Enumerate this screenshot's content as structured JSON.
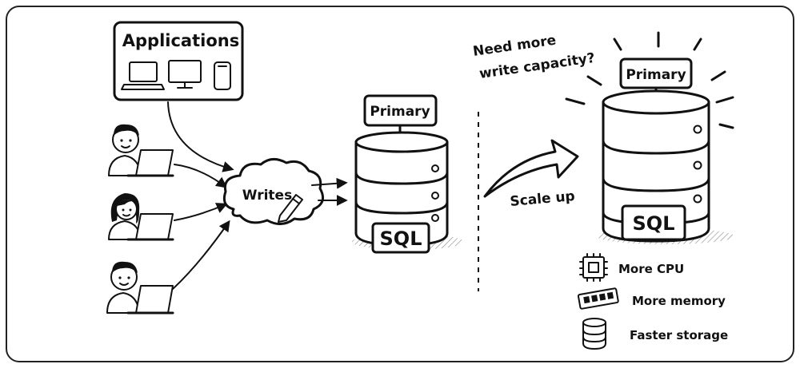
{
  "left": {
    "applications_label": "Applications",
    "writes_label": "Writes",
    "primary_label": "Primary",
    "db_label": "SQL"
  },
  "right": {
    "question": [
      "Need more",
      "write capacity?"
    ],
    "scale_label": "Scale up",
    "primary_label": "Primary",
    "db_label": "SQL",
    "upgrades": [
      {
        "icon": "cpu-chip-icon",
        "label": "More CPU"
      },
      {
        "icon": "memory-stick-icon",
        "label": "More memory"
      },
      {
        "icon": "storage-disk-icon",
        "label": "Faster storage"
      }
    ]
  },
  "colors": {
    "ink": "#111111",
    "background": "#ffffff",
    "frame": "#222222"
  }
}
